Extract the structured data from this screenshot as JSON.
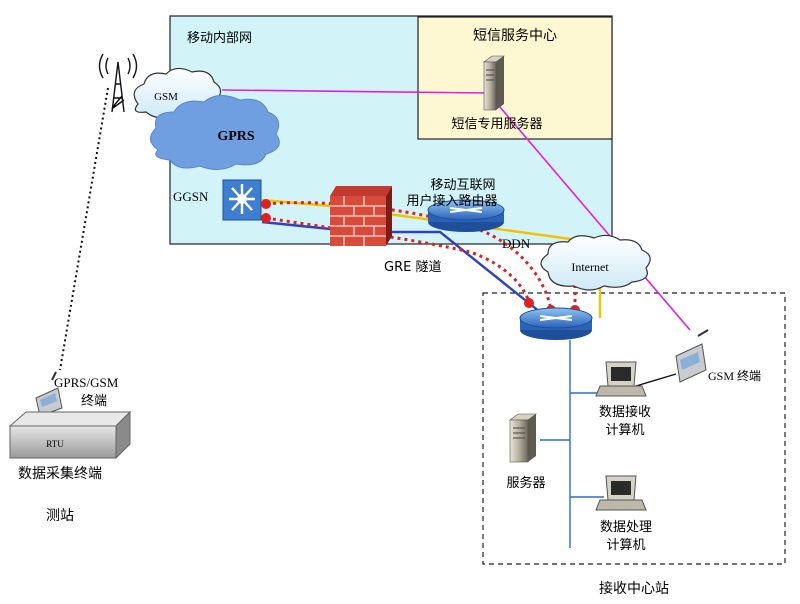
{
  "regions": {
    "mobile_internal_network": "移动内部网",
    "sms_center": "短信服务中心",
    "receiving_center": "接收中心站"
  },
  "nodes": {
    "gsm": "GSM",
    "gprs": "GPRS",
    "ggsn": "GGSN",
    "sms_server": "短信专用服务器",
    "mobile_internet_line1": "移动互联网",
    "mobile_internet_line2": "用户接入路由器",
    "ddn": "DDN",
    "internet": "Internet",
    "gre_tunnel": "GRE 隧道",
    "gprs_gsm_terminal_line1": "GPRS/GSM",
    "gprs_gsm_terminal_line2": "终端",
    "rtu": "RTU",
    "data_terminal": "数据采集终端",
    "station": "测站",
    "gsm_terminal": "GSM 终端",
    "recv_pc_line1": "数据接收",
    "recv_pc_line2": "计算机",
    "server": "服务器",
    "proc_pc_line1": "数据处理",
    "proc_pc_line2": "计算机"
  },
  "colors": {
    "mobile_net_fill": "#d2f4f8",
    "sms_fill": "#fdf8d2",
    "magenta_link": "#e020e0",
    "yellow_link": "#f2c200",
    "blue_link": "#2f3fbf",
    "red_tunnel": "#e02020",
    "lan_line": "#2a6fd0"
  }
}
